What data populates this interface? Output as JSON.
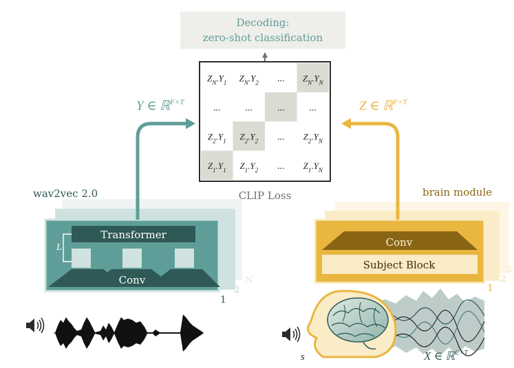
{
  "decoding": {
    "line1": "Decoding:",
    "line2": "zero-shot classification"
  },
  "audio_side": {
    "title": "wav2vec 2.0",
    "output_label": "Y ∈ ℝ",
    "output_sup": "F×T",
    "transformer": "Transformer",
    "conv": "Conv",
    "layer_label": "L",
    "stack_labels": [
      "1",
      "2",
      "N"
    ]
  },
  "brain_side": {
    "title": "brain module",
    "output_label": "Z ∈ ℝ",
    "output_sup": "F×T",
    "conv": "Conv",
    "subject_block": "Subject Block",
    "stack_labels": [
      "1",
      "2",
      "1"
    ],
    "subject_label": "s",
    "input_label": "X ∈ ℝ",
    "input_sup": "C×T"
  },
  "matrix": {
    "caption": "CLIP Loss",
    "rows": [
      [
        {
          "a": "Z",
          "as": "N",
          "b": "Y",
          "bs": "1",
          "hl": false
        },
        {
          "a": "Z",
          "as": "N",
          "b": "Y",
          "bs": "2",
          "hl": false
        },
        {
          "dots": true,
          "hl": false
        },
        {
          "a": "Z",
          "as": "N",
          "b": "Y",
          "bs": "N",
          "hl": true
        }
      ],
      [
        {
          "dots": true,
          "hl": false
        },
        {
          "dots": true,
          "hl": false
        },
        {
          "dots": true,
          "hl": true
        },
        {
          "dots": true,
          "hl": false
        }
      ],
      [
        {
          "a": "Z",
          "as": "2",
          "b": "Y",
          "bs": "1",
          "hl": false
        },
        {
          "a": "Z",
          "as": "2",
          "b": "Y",
          "bs": "2",
          "hl": true
        },
        {
          "dots": true,
          "hl": false
        },
        {
          "a": "Z",
          "as": "2",
          "b": "Y",
          "bs": "N",
          "hl": false
        }
      ],
      [
        {
          "a": "Z",
          "as": "1",
          "b": "Y",
          "bs": "1",
          "hl": true
        },
        {
          "a": "Z",
          "as": "1",
          "b": "Y",
          "bs": "2",
          "hl": false
        },
        {
          "dots": true,
          "hl": false
        },
        {
          "a": "Z",
          "as": "1",
          "b": "Y",
          "bs": "N",
          "hl": false
        }
      ]
    ]
  },
  "colors": {
    "teal": "#5f9e98",
    "teal_dark": "#2f5956",
    "teal_light": "#cfe2df",
    "gold": "#e9b640",
    "gold_dark": "#8a6415",
    "gold_light": "#faecc6",
    "gray_box": "#eeeeea",
    "matrix_highlight": "#d9dcd2"
  }
}
